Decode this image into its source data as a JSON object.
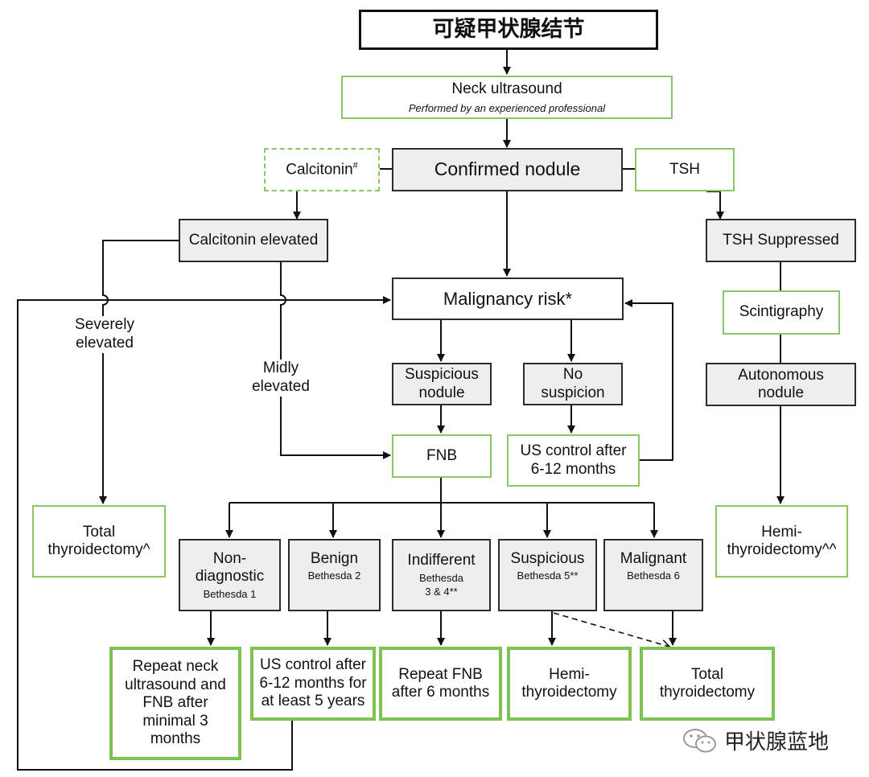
{
  "title": "可疑甲状腺结节",
  "nodes": {
    "us": {
      "label": "Neck ultrasound",
      "sub": "Performed by an experienced professional"
    },
    "calcitonin": {
      "label": "Calcitonin",
      "sup": "#"
    },
    "confirmed": {
      "label": "Confirmed nodule"
    },
    "tsh": {
      "label": "TSH"
    },
    "calc_elevated": {
      "label": "Calcitonin elevated"
    },
    "tsh_suppressed": {
      "label": "TSH Suppressed"
    },
    "malignancy": {
      "label": "Malignancy risk*"
    },
    "scintigraphy": {
      "label": "Scintigraphy"
    },
    "suspicious_nodule": {
      "line1": "Suspicious",
      "line2": "nodule"
    },
    "no_suspicion": {
      "line1": "No",
      "line2": "suspicion"
    },
    "autonomous": {
      "line1": "Autonomous",
      "line2": "nodule"
    },
    "fnb": {
      "label": "FNB"
    },
    "us_control": {
      "line1": "US control after",
      "line2": "6-12 months"
    },
    "total_left": {
      "line1": "Total",
      "line2": "thyroidectomy^"
    },
    "hemi_right": {
      "line1": "Hemi-",
      "line2": "thyroidectomy^^"
    },
    "nondiag": {
      "line1": "Non-",
      "line2": "diagnostic",
      "sub": "Bethesda 1"
    },
    "benign": {
      "label": "Benign",
      "sub": "Bethesda 2"
    },
    "indifferent": {
      "label": "Indifferent",
      "sub1": "Bethesda",
      "sub2": "3 & 4**"
    },
    "suspicious": {
      "label": "Suspicious",
      "sub": "Bethesda 5**"
    },
    "malignant": {
      "label": "Malignant",
      "sub": "Bethesda 6"
    },
    "repeat_us": {
      "l1": "Repeat neck",
      "l2": "ultrasound and",
      "l3": "FNB after",
      "l4": "minimal 3",
      "l5": "months"
    },
    "us_control5": {
      "l1": "US control after",
      "l2": "6-12 months for",
      "l3": "at least 5 years"
    },
    "repeat_fnb": {
      "l1": "Repeat FNB",
      "l2": "after 6 months"
    },
    "hemi_bottom": {
      "l1": "Hemi-",
      "l2": "thyroidectomy"
    },
    "total_bottom": {
      "l1": "Total",
      "l2": "thyroidectomy"
    }
  },
  "edge_labels": {
    "severely": {
      "l1": "Severely",
      "l2": "elevated"
    },
    "midly": {
      "l1": "Midly",
      "l2": "elevated"
    }
  },
  "watermark": {
    "text": "甲状腺蓝地",
    "icon": "wechat-icon"
  },
  "colors": {
    "green_border": "#8cc766",
    "grey_fill": "#eeeeee",
    "line": "#111111"
  }
}
